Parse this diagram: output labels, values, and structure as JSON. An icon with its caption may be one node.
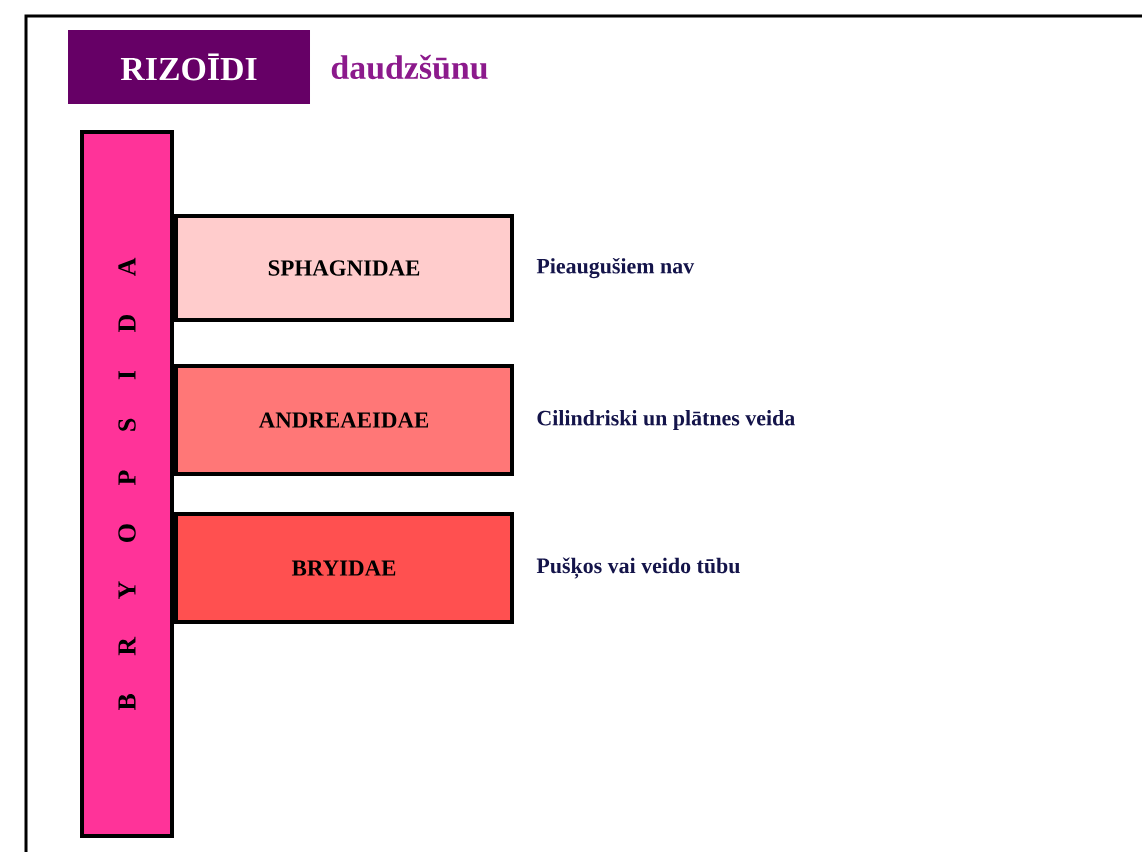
{
  "diagram": {
    "nodes": [
      {
        "text": [
          "RIZOĪDI"
        ],
        "beside": [
          "daudzšūnu"
        ]
      },
      {
        "text": [
          "B R Y O P S I D A"
        ]
      },
      {
        "text": [
          "SPHAGNIDAE"
        ],
        "beside": [
          "Pieaugušiem nav"
        ]
      },
      {
        "text": [
          "ANDREAEIDAE"
        ],
        "beside": [
          "Cilindriski un plātnes veida"
        ]
      },
      {
        "text": [
          "BRYIDAE"
        ],
        "beside": [
          "Pušķos vai veido tūbu"
        ]
      }
    ]
  }
}
